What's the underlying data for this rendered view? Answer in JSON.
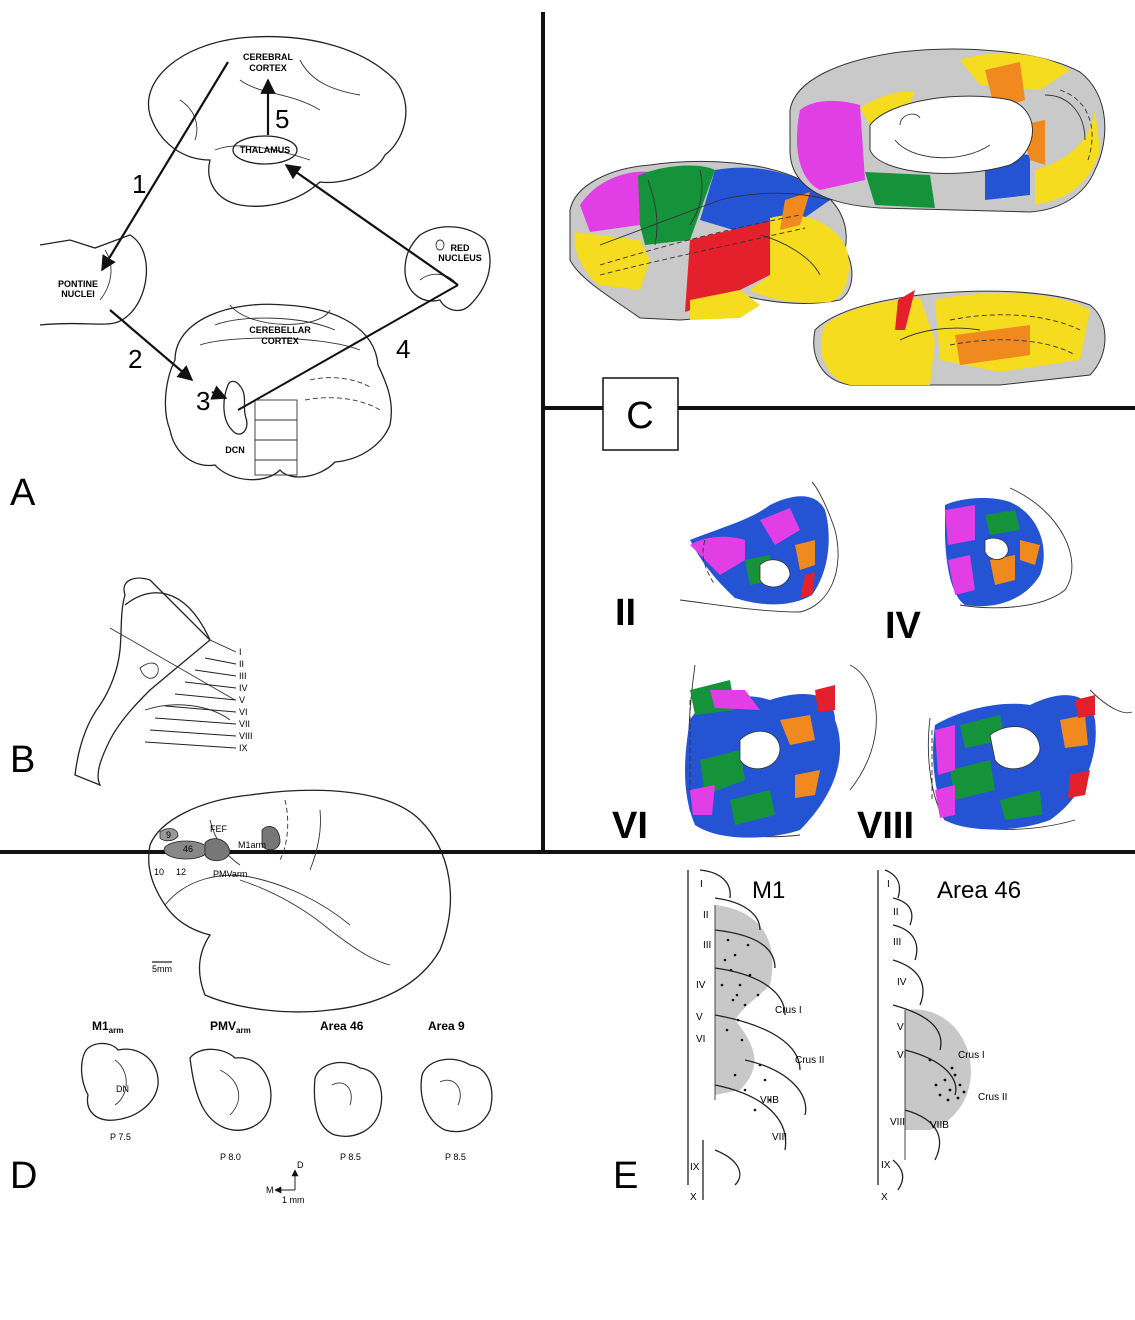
{
  "panels": {
    "a": {
      "label": "A",
      "structures": {
        "cerebral_cortex": "CEREBRAL\nCORTEX",
        "thalamus": "THALAMUS",
        "pontine_nuclei": "PONTINE\nNUCLEI",
        "cerebellar_cortex": "CEREBELLAR\nCORTEX",
        "red_nucleus": "RED\nNUCLEUS",
        "dcn": "DCN"
      },
      "pathway_numbers": [
        "1",
        "2",
        "3",
        "4",
        "5"
      ]
    },
    "b": {
      "label": "B",
      "lobules": [
        "I",
        "II",
        "III",
        "IV",
        "V",
        "VI",
        "VII",
        "VIII",
        "IX"
      ]
    },
    "c": {
      "label": "C",
      "section_labels": [
        "II",
        "IV",
        "VI",
        "VIII"
      ],
      "colors": {
        "magenta": "#e23ee6",
        "green": "#15933b",
        "blue": "#2453d4",
        "red": "#e3202b",
        "yellow": "#f5dc1e",
        "orange": "#f08a1f",
        "gray": "#c9c9c9"
      }
    },
    "d": {
      "label": "D",
      "brain_labels": [
        "FEF",
        "M1arm",
        "PMVarm",
        "46",
        "9",
        "10",
        "12",
        "5mm"
      ],
      "sections": [
        {
          "title_main": "M1",
          "title_sub": "arm",
          "position": "P 7.5",
          "inner_label": "DN"
        },
        {
          "title_main": "PMV",
          "title_sub": "arm",
          "position": "P 8.0",
          "inner_label": ""
        },
        {
          "title_main": "Area 46",
          "title_sub": "",
          "position": "P 8.5",
          "inner_label": ""
        },
        {
          "title_main": "Area 9",
          "title_sub": "",
          "position": "P 8.5",
          "inner_label": ""
        }
      ],
      "axes": {
        "dorsal": "D",
        "medial": "M",
        "scale": "1 mm"
      }
    },
    "e": {
      "label": "E",
      "columns": [
        {
          "title": "M1",
          "lobules": [
            "I",
            "II",
            "III",
            "IV",
            "V",
            "VI",
            "VIIB",
            "VIII",
            "IX",
            "X"
          ],
          "crus": [
            "Crus I",
            "Crus II"
          ]
        },
        {
          "title": "Area 46",
          "lobules": [
            "I",
            "II",
            "III",
            "IV",
            "V",
            "VI",
            "VIIB",
            "VIII",
            "IX",
            "X"
          ],
          "crus": [
            "Crus I",
            "Crus II"
          ]
        }
      ]
    }
  }
}
